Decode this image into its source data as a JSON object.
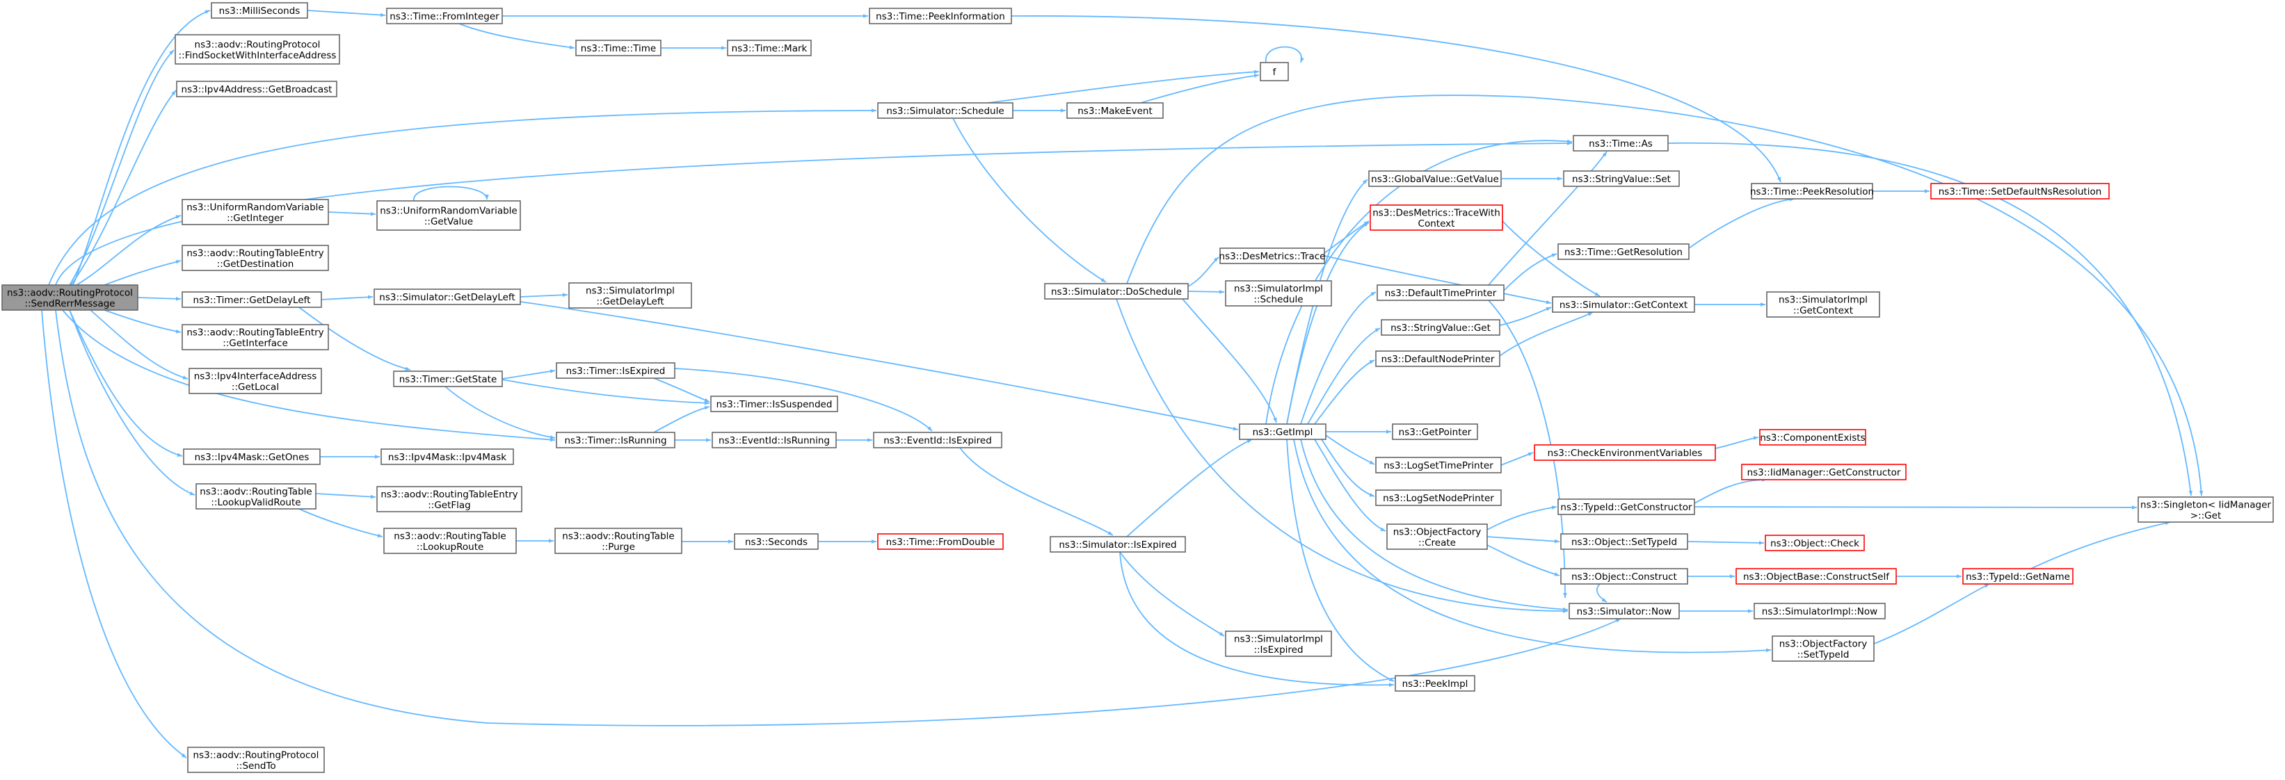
{
  "colors": {
    "edge": "#63b8ff",
    "node_border": "#666666",
    "root_fill": "#999999",
    "missing_border": "#ff0000"
  },
  "nodes": {
    "root": {
      "label": [
        "ns3::aodv::RoutingProtocol",
        "::SendRerrMessage"
      ],
      "style": "root"
    },
    "ms": {
      "label": [
        "ns3::MilliSeconds"
      ]
    },
    "fsock": {
      "label": [
        "ns3::aodv::RoutingProtocol",
        "::FindSocketWithInterfaceAddress"
      ]
    },
    "bcast": {
      "label": [
        "ns3::Ipv4Address::GetBroadcast"
      ]
    },
    "urvint": {
      "label": [
        "ns3::UniformRandomVariable",
        "::GetInteger"
      ]
    },
    "rtedest": {
      "label": [
        "ns3::aodv::RoutingTableEntry",
        "::GetDestination"
      ]
    },
    "tgdl": {
      "label": [
        "ns3::Timer::GetDelayLeft"
      ]
    },
    "rteif": {
      "label": [
        "ns3::aodv::RoutingTableEntry",
        "::GetInterface"
      ]
    },
    "ifaddr": {
      "label": [
        "ns3::Ipv4InterfaceAddress",
        "::GetLocal"
      ]
    },
    "maskones": {
      "label": [
        "ns3::Ipv4Mask::GetOnes"
      ]
    },
    "lvr": {
      "label": [
        "ns3::aodv::RoutingTable",
        "::LookupValidRoute"
      ]
    },
    "sendto": {
      "label": [
        "ns3::aodv::RoutingProtocol",
        "::SendTo"
      ]
    },
    "tfi": {
      "label": [
        "ns3::Time::FromInteger"
      ]
    },
    "tt": {
      "label": [
        "ns3::Time::Time"
      ]
    },
    "tmark": {
      "label": [
        "ns3::Time::Mark"
      ]
    },
    "tpi": {
      "label": [
        "ns3::Time::PeekInformation"
      ]
    },
    "urvgv": {
      "label": [
        "ns3::UniformRandomVariable",
        "::GetValue"
      ]
    },
    "sgdl": {
      "label": [
        "ns3::Simulator::GetDelayLeft"
      ]
    },
    "sigdl": {
      "label": [
        "ns3::SimulatorImpl",
        "::GetDelayLeft"
      ]
    },
    "tgs": {
      "label": [
        "ns3::Timer::GetState"
      ]
    },
    "tie": {
      "label": [
        "ns3::Timer::IsExpired"
      ]
    },
    "tis": {
      "label": [
        "ns3::Timer::IsSuspended"
      ]
    },
    "tir": {
      "label": [
        "ns3::Timer::IsRunning"
      ]
    },
    "eir": {
      "label": [
        "ns3::EventId::IsRunning"
      ]
    },
    "eie": {
      "label": [
        "ns3::EventId::IsExpired"
      ]
    },
    "maskc": {
      "label": [
        "ns3::Ipv4Mask::Ipv4Mask"
      ]
    },
    "gflag": {
      "label": [
        "ns3::aodv::RoutingTableEntry",
        "::GetFlag"
      ]
    },
    "lr": {
      "label": [
        "ns3::aodv::RoutingTable",
        "::LookupRoute"
      ]
    },
    "purge": {
      "label": [
        "ns3::aodv::RoutingTable",
        "::Purge"
      ]
    },
    "secs": {
      "label": [
        "ns3::Seconds"
      ]
    },
    "tfd": {
      "label": [
        "ns3::Time::FromDouble"
      ],
      "style": "red"
    },
    "ssched": {
      "label": [
        "ns3::Simulator::Schedule"
      ]
    },
    "mkev": {
      "label": [
        "ns3::MakeEvent"
      ]
    },
    "f": {
      "label": [
        "f"
      ]
    },
    "sds": {
      "label": [
        "ns3::Simulator::DoSchedule"
      ]
    },
    "dmt": {
      "label": [
        "ns3::DesMetrics::Trace"
      ]
    },
    "sis": {
      "label": [
        "ns3::SimulatorImpl",
        "::Schedule"
      ]
    },
    "sie": {
      "label": [
        "ns3::Simulator::IsExpired"
      ]
    },
    "siie": {
      "label": [
        "ns3::SimulatorImpl",
        "::IsExpired"
      ]
    },
    "gimpl": {
      "label": [
        "ns3::GetImpl"
      ]
    },
    "tas": {
      "label": [
        "ns3::Time::As"
      ]
    },
    "ggv": {
      "label": [
        "ns3::GlobalValue::GetValue"
      ]
    },
    "dmtc": {
      "label": [
        "ns3::DesMetrics::TraceWith",
        "Context"
      ],
      "style": "red"
    },
    "dtp": {
      "label": [
        "ns3::DefaultTimePrinter"
      ]
    },
    "svg": {
      "label": [
        "ns3::StringValue::Get"
      ]
    },
    "dnp": {
      "label": [
        "ns3::DefaultNodePrinter"
      ]
    },
    "gptr": {
      "label": [
        "ns3::GetPointer"
      ]
    },
    "lstp": {
      "label": [
        "ns3::LogSetTimePrinter"
      ]
    },
    "lsnp": {
      "label": [
        "ns3::LogSetNodePrinter"
      ]
    },
    "ofc": {
      "label": [
        "ns3::ObjectFactory",
        "::Create"
      ]
    },
    "peek": {
      "label": [
        "ns3::PeekImpl"
      ]
    },
    "svset": {
      "label": [
        "ns3::StringValue::Set"
      ]
    },
    "tgr": {
      "label": [
        "ns3::Time::GetResolution"
      ]
    },
    "sgc": {
      "label": [
        "ns3::Simulator::GetContext"
      ]
    },
    "cev": {
      "label": [
        "ns3::CheckEnvironmentVariables"
      ],
      "style": "red"
    },
    "tidgc": {
      "label": [
        "ns3::TypeId::GetConstructor"
      ]
    },
    "ost": {
      "label": [
        "ns3::Object::SetTypeId"
      ]
    },
    "oc": {
      "label": [
        "ns3::Object::Construct"
      ]
    },
    "snow": {
      "label": [
        "ns3::Simulator::Now"
      ]
    },
    "tpr": {
      "label": [
        "ns3::Time::PeekResolution"
      ]
    },
    "tsdr": {
      "label": [
        "ns3::Time::SetDefaultNsResolution"
      ],
      "style": "red"
    },
    "sigc": {
      "label": [
        "ns3::SimulatorImpl",
        "::GetContext"
      ]
    },
    "cex": {
      "label": [
        "ns3::ComponentExists"
      ],
      "style": "red"
    },
    "imgc": {
      "label": [
        "ns3::IidManager::GetConstructor"
      ],
      "style": "red"
    },
    "ocheck": {
      "label": [
        "ns3::Object::Check"
      ],
      "style": "red"
    },
    "obcs": {
      "label": [
        "ns3::ObjectBase::ConstructSelf"
      ],
      "style": "red"
    },
    "tidgn": {
      "label": [
        "ns3::TypeId::GetName"
      ],
      "style": "red"
    },
    "sinow": {
      "label": [
        "ns3::SimulatorImpl::Now"
      ]
    },
    "ofst": {
      "label": [
        "ns3::ObjectFactory",
        "::SetTypeId"
      ]
    },
    "singleton": {
      "label": [
        "ns3::Singleton< IidManager",
        ">::Get"
      ]
    }
  }
}
